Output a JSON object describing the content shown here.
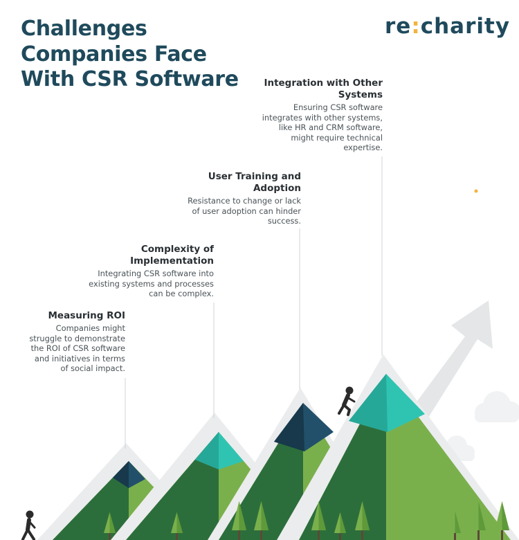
{
  "header": {
    "title_lines": [
      "Challenges",
      "Companies Face",
      "With CSR Software"
    ],
    "logo": {
      "left": "re",
      "sep": ":",
      "right": "charity"
    }
  },
  "challenges": [
    {
      "title_lines": [
        "Measuring ROI"
      ],
      "body_lines": [
        "Companies might",
        "struggle to demonstrate",
        "the ROI of CSR software",
        "and initiatives in terms",
        "of social impact."
      ]
    },
    {
      "title_lines": [
        "Complexity of",
        "Implementation"
      ],
      "body_lines": [
        "Integrating CSR software into",
        "existing systems and processes",
        "can be complex."
      ]
    },
    {
      "title_lines": [
        "User Training and",
        "Adoption"
      ],
      "body_lines": [
        "Resistance to change or lack",
        "of user adoption can hinder",
        "success."
      ]
    },
    {
      "title_lines": [
        "Integration with Other",
        "Systems"
      ],
      "body_lines": [
        "Ensuring CSR software",
        "integrates with other systems,",
        "like HR and CRM software,",
        "might require technical",
        "expertise."
      ]
    }
  ],
  "colors": {
    "title": "#1f4a5c",
    "logo_accent": "#f2b33d",
    "mountain_green_light": "#7ab04c",
    "mountain_green_dark": "#2c6e3b",
    "peak_teal": "#2fc4b2",
    "peak_navy": "#1e3d50",
    "arrow": "#e4e6e8"
  }
}
